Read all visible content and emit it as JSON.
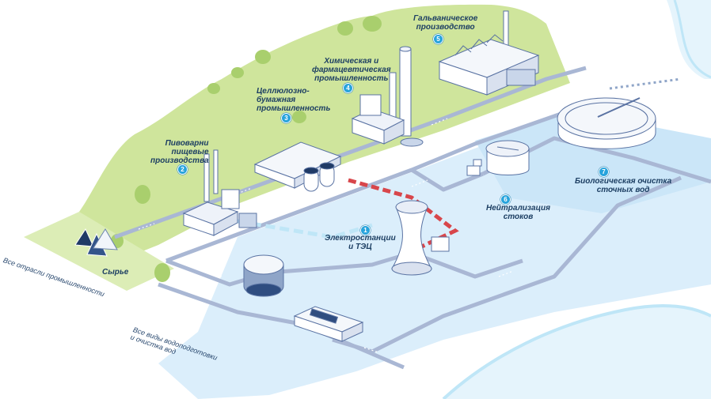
{
  "colors": {
    "land": "#cfe59c",
    "water_zone": "#dbeefb",
    "pipe": "#a9b7d4",
    "river": "#e5f4fc",
    "accent": "#27a3dc",
    "hot_pipe": "#d8464b"
  },
  "labels": {
    "raw": "Сырье",
    "brewery": "Пивоварни\nпищевые\nпроизводства",
    "pulp": "Целлюлозно-\nбумажная\nпромышленность",
    "chem": "Химическая и\nфармацевтическая\nпромышленность",
    "galv": "Гальваническое\nпроизводство",
    "power": "Электростанции\nи ТЭЦ",
    "neutral": "Нейтрализация\nстоков",
    "bio": "Биологическая очистка\nсточных вод"
  },
  "markers": {
    "brewery": "2",
    "pulp": "3",
    "chem": "4",
    "galv": "5",
    "power": "1",
    "neutral": "6",
    "bio": "7"
  },
  "side_labels": {
    "industry": "Все отрасли промышленности",
    "water": "Все виды водоподготовки\nи очистка вод"
  }
}
